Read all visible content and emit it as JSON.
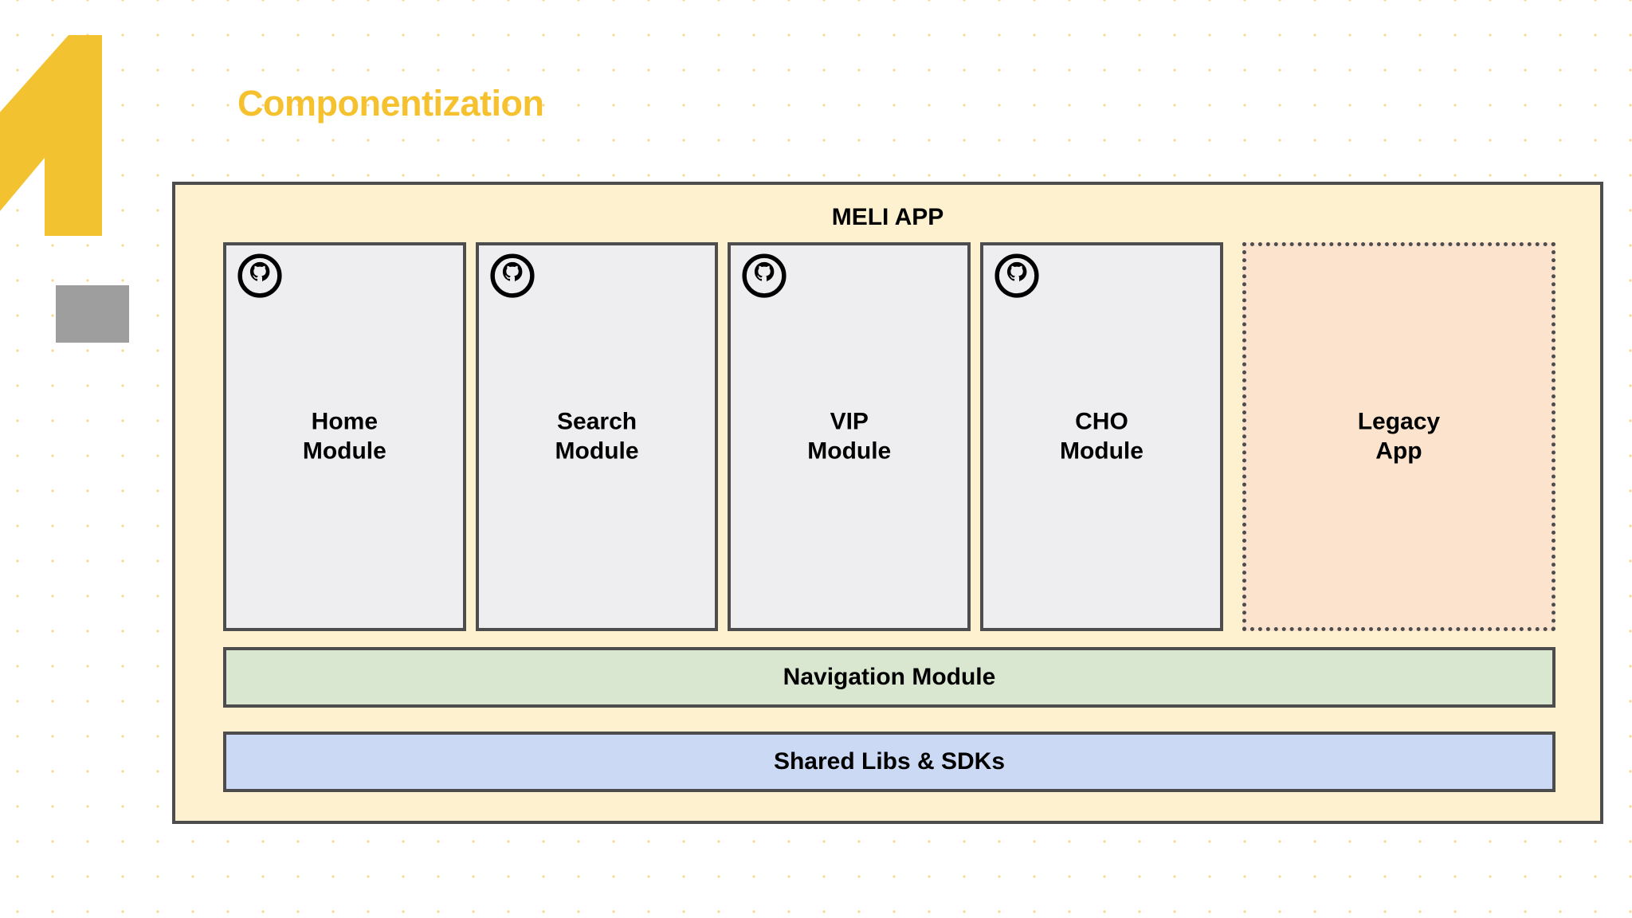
{
  "page": {
    "title": "Componentization",
    "title_color": "#f5c12e",
    "background_color": "#ffffff",
    "dot_color": "#f2c14e"
  },
  "decor": {
    "brand_mark": "meli-arrow-logo",
    "brand_mark_color": "#f2c230",
    "brand_square_color": "#9e9e9e"
  },
  "diagram": {
    "type": "architecture-block-diagram",
    "container": {
      "label": "MELI APP",
      "fill": "#fdf1cf",
      "stroke": "#4d4d4d"
    },
    "modules": [
      {
        "name": "home",
        "label": "Home\nModule",
        "icon": "github-octocat-icon",
        "fill": "#eeeef0",
        "stroke": "#4d4d4d",
        "border_style": "solid"
      },
      {
        "name": "search",
        "label": "Search\nModule",
        "icon": "github-octocat-icon",
        "fill": "#eeeef0",
        "stroke": "#4d4d4d",
        "border_style": "solid"
      },
      {
        "name": "vip",
        "label": "VIP\nModule",
        "icon": "github-octocat-icon",
        "fill": "#eeeef0",
        "stroke": "#4d4d4d",
        "border_style": "solid"
      },
      {
        "name": "cho",
        "label": "CHO\nModule",
        "icon": "github-octocat-icon",
        "fill": "#eeeef0",
        "stroke": "#4d4d4d",
        "border_style": "solid"
      }
    ],
    "legacy": {
      "name": "legacy-app",
      "label": "Legacy\nApp",
      "fill": "#fbe3cd",
      "stroke": "#4d4d4d",
      "border_style": "dotted"
    },
    "layers": [
      {
        "name": "navigation-module",
        "label": "Navigation Module",
        "fill": "#d9e7d1",
        "stroke": "#4d4d4d"
      },
      {
        "name": "shared-libs-sdks",
        "label": "Shared Libs & SDKs",
        "fill": "#cbd9f5",
        "stroke": "#4d4d4d"
      }
    ]
  }
}
